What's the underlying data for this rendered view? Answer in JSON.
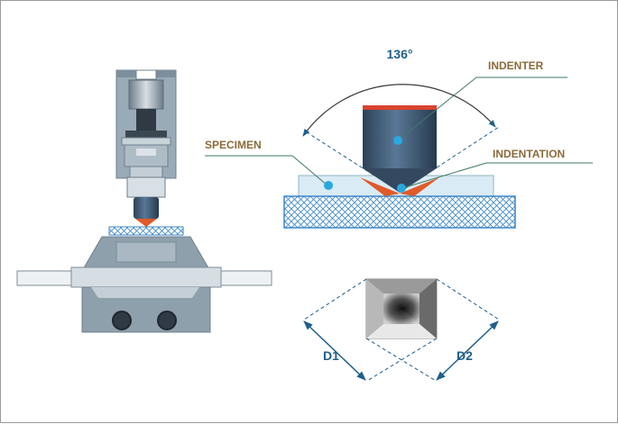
{
  "diagram": {
    "angle_label": "136°",
    "labels": {
      "indenter": "INDENTER",
      "specimen": "SPECIMEN",
      "indentation": "INDENTATION",
      "d1": "D1",
      "d2": "D2"
    },
    "colors": {
      "label_text": "#8a6a3a",
      "dimension_blue": "#1f5f8b",
      "leader_green": "#3d7a66",
      "machine_gray": "#8fa0ad",
      "indenter_blue": "#35506c",
      "indentation_orange": "#e05a2a",
      "specimen_fill": "#d9ebf4",
      "dot_blue": "#29a8e0"
    }
  }
}
